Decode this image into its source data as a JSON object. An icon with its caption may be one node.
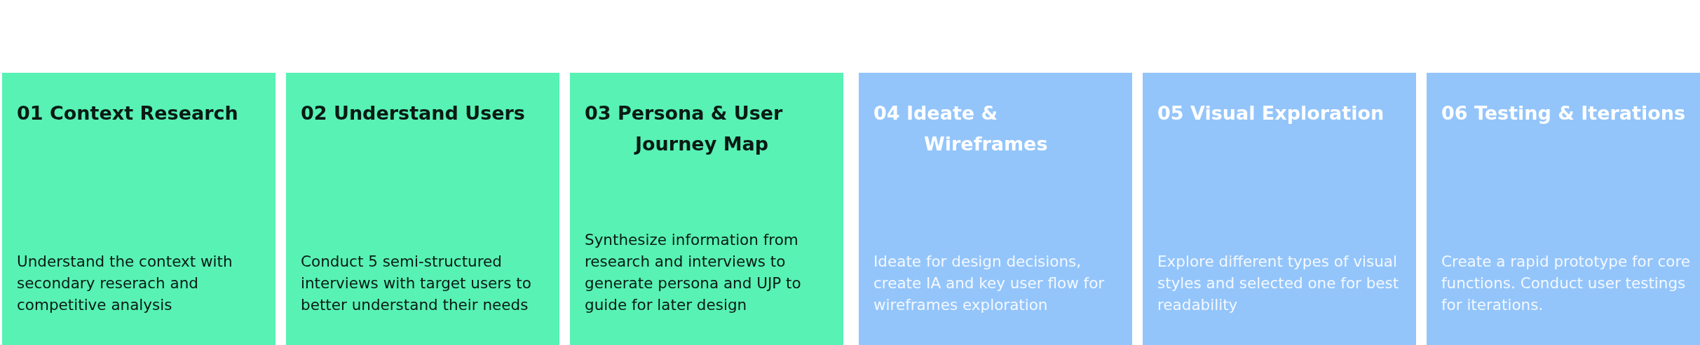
{
  "diagram": {
    "nodes": [
      {
        "text": [
          "01 Context Research",
          "Understand the context with secondary reserach and competitive analysis"
        ]
      },
      {
        "text": [
          "02 Understand Users",
          "Conduct 5 semi-structured interviews with target users to better understand their needs"
        ]
      },
      {
        "text": [
          "03 Persona & User Journey Map",
          "Synthesize information from research and interviews to generate persona and UJP to guide for later design"
        ]
      },
      {
        "text": [
          "04 Ideate & Wireframes",
          "Ideate for design decisions, create IA and key user flow for wireframes exploration"
        ]
      },
      {
        "text": [
          "05 Visual Exploration",
          "Explore different types of visual styles and selected one for best readability"
        ]
      },
      {
        "text": [
          "06 Testing & Iterations",
          "Create a rapid prototype for core functions. Conduct user testings for iterations."
        ]
      }
    ]
  }
}
